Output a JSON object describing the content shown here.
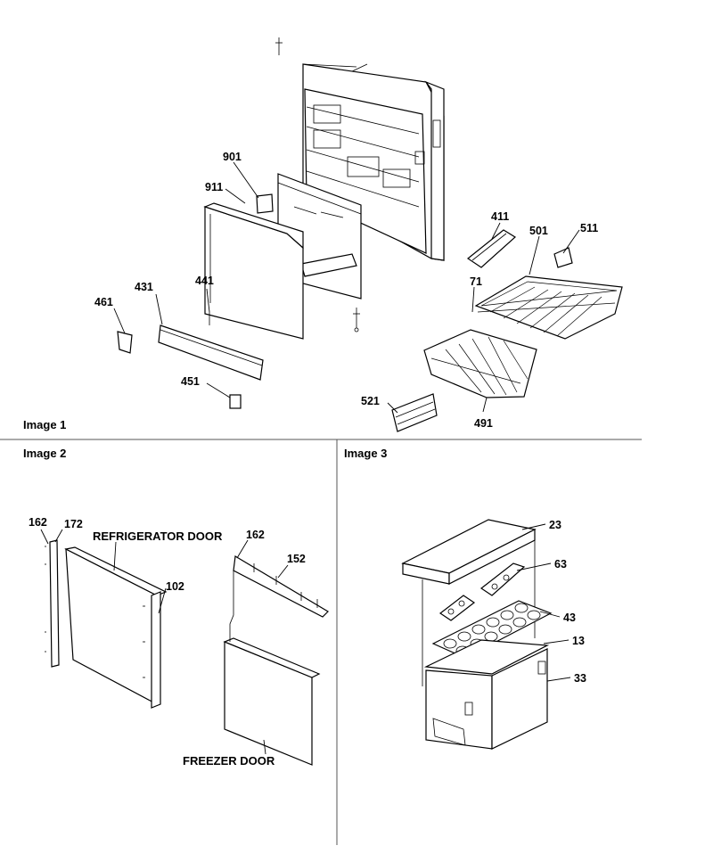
{
  "panels": [
    {
      "label": "Image 1"
    },
    {
      "label": "Image 2"
    },
    {
      "label": "Image 3"
    }
  ],
  "image1_callouts": [
    "901",
    "911",
    "411",
    "501",
    "511",
    "71",
    "461",
    "431",
    "441",
    "451",
    "521",
    "491"
  ],
  "image2_callouts": [
    "162",
    "172",
    "102",
    "162",
    "152"
  ],
  "image2_labels": {
    "refrigerator_door": "REFRIGERATOR DOOR",
    "freezer_door": "FREEZER DOOR"
  },
  "image3_callouts": [
    "23",
    "63",
    "43",
    "13",
    "33"
  ]
}
